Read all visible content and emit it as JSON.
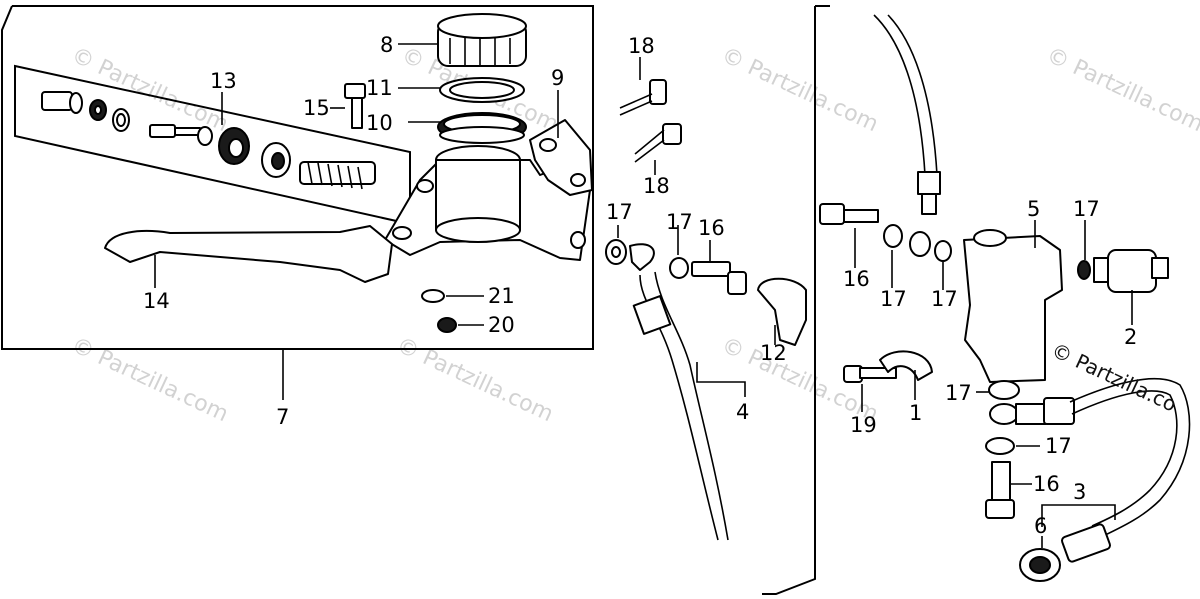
{
  "watermark": "© Partzilla.com",
  "watermark_alt": "© Partzilla.co",
  "callouts": {
    "c1": "1",
    "c2": "2",
    "c3": "3",
    "c4": "4",
    "c5": "5",
    "c6": "6",
    "c7": "7",
    "c8": "8",
    "c9": "9",
    "c10": "10",
    "c11": "11",
    "c12": "12",
    "c13": "13",
    "c14": "14",
    "c15": "15",
    "c16a": "16",
    "c16b": "16",
    "c16c": "16",
    "c17a": "17",
    "c17b": "17",
    "c17c": "17",
    "c17d": "17",
    "c17e": "17",
    "c17f": "17",
    "c18a": "18",
    "c18b": "18",
    "c19": "19",
    "c20": "20",
    "c21": "21"
  }
}
